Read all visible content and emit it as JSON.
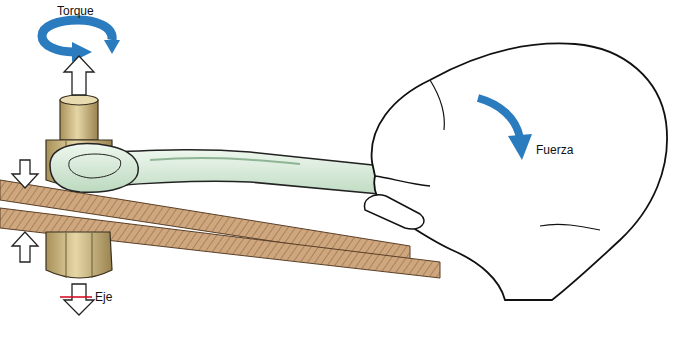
{
  "diagram": {
    "labels": [
      "Torque",
      "Fuerza",
      "Eje"
    ]
  }
}
